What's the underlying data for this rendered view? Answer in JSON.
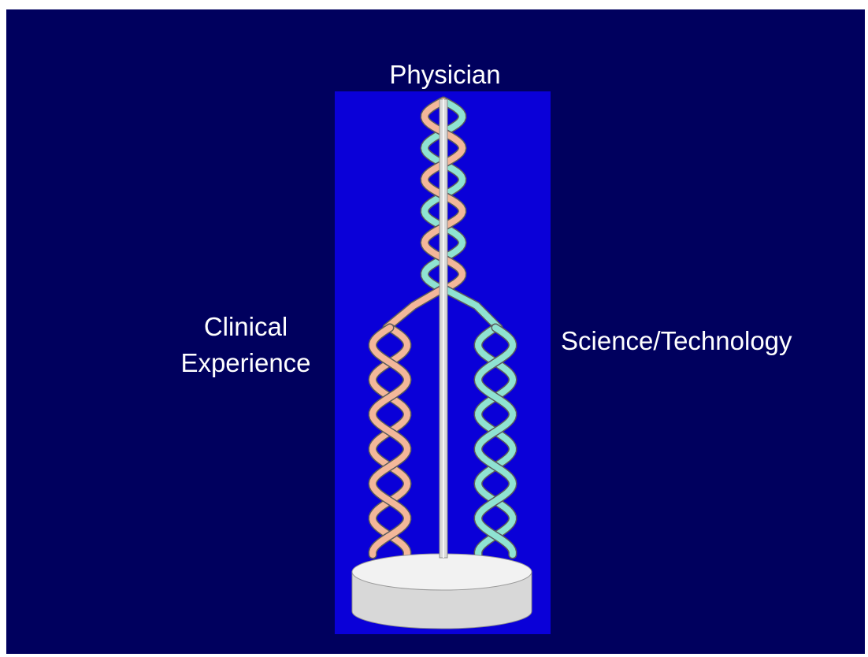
{
  "labels": {
    "top": "Physician",
    "left": [
      "Clinical",
      "Experience"
    ],
    "right": "Science/Technology"
  },
  "colors": {
    "background": "#00005e",
    "panel": "#0a00d8",
    "strand_clinical": "#f3b79a",
    "strand_science": "#8fe3d2",
    "rod": "#d7d7d7",
    "base": "#ececec"
  }
}
